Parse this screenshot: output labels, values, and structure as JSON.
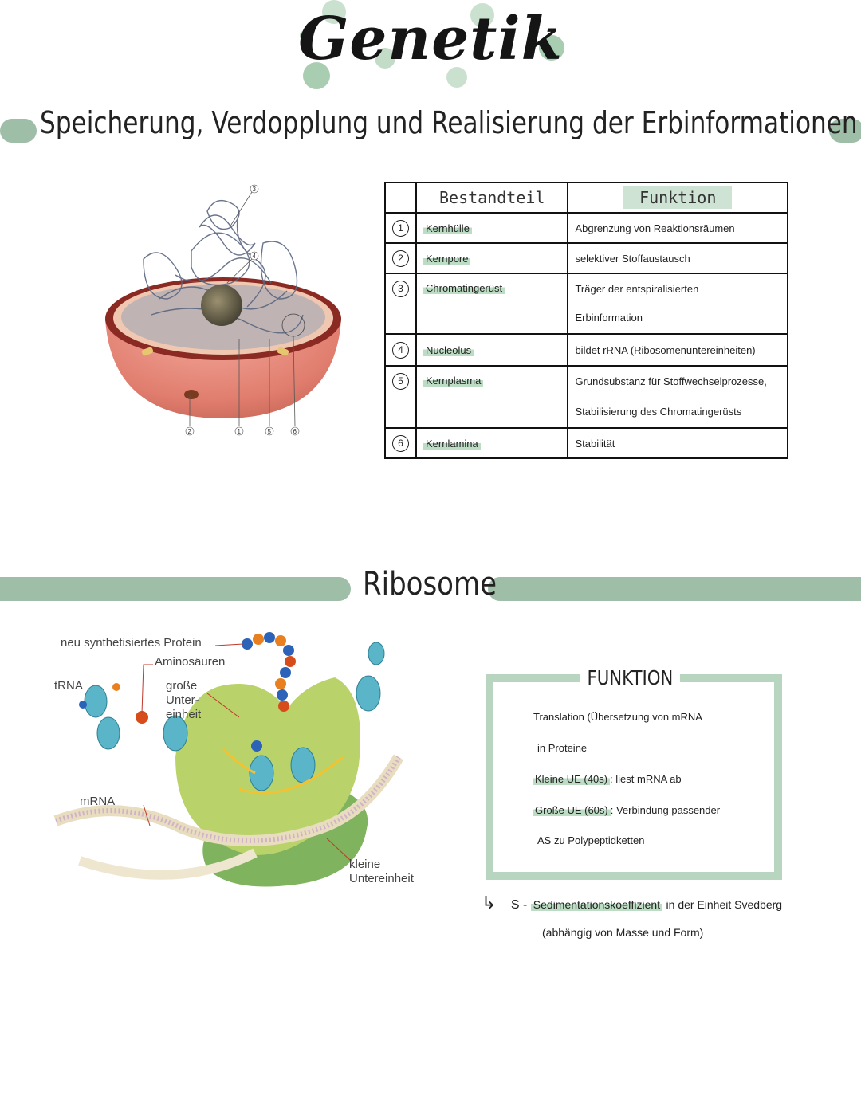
{
  "header": {
    "title": "Genetik",
    "subtitle": "Speicherung, Verdopplung und Realisierung der Erbinformationen"
  },
  "nucleus_figure": {
    "callouts": [
      "3",
      "4",
      "2",
      "1",
      "5",
      "6"
    ]
  },
  "table": {
    "headers": [
      "Bestandteil",
      "Funktion"
    ],
    "rows": [
      {
        "num": "1",
        "component": "Kernhülle",
        "function": "Abgrenzung von Reaktionsräumen"
      },
      {
        "num": "2",
        "component": "Kernpore",
        "function": "selektiver Stoffaustausch"
      },
      {
        "num": "3",
        "component": "Chromatingerüst",
        "function": "Träger der entspiralisierten",
        "function2": "Erbinformation"
      },
      {
        "num": "4",
        "component": "Nucleolus",
        "function": "bildet rRNA (Ribosomenuntereinheiten)"
      },
      {
        "num": "5",
        "component": "Kernplasma",
        "function": "Grundsubstanz für Stoffwechselprozesse,",
        "function2": "Stabilisierung des Chromatingerüsts"
      },
      {
        "num": "6",
        "component": "Kernlamina",
        "function": "Stabilität"
      }
    ]
  },
  "ribosome_section": {
    "title": "Ribosome",
    "diagram_labels": {
      "protein": "neu synthetisiertes Protein",
      "amino": "Aminosäuren",
      "trna": "tRNA",
      "large1": "große",
      "large2": "Unter-",
      "large3": "einheit",
      "mrna": "mRNA",
      "small1": "kleine",
      "small2": "Untereinheit"
    },
    "funktion_box": {
      "title": "FUNKTION",
      "line1": "Translation (Übersetzung von mRNA",
      "line2": "in Proteine",
      "line3a": "Kleine UE (40s)",
      "line3b": ": liest mRNA ab",
      "line4a": "Große UE (60s)",
      "line4b": ": Verbindung passender",
      "line5": "AS zu Polypeptidketten"
    },
    "note": {
      "arrow": "↳",
      "s_label": "S",
      "term": "Sedimentationskoeffizient",
      "rest": "in der Einheit Svedberg",
      "line2": "(abhängig von Masse und Form)"
    }
  },
  "colors": {
    "accent": "#9fbea7",
    "highlight": "#bcdcc4",
    "nucleus_shell": "#e8887a"
  }
}
